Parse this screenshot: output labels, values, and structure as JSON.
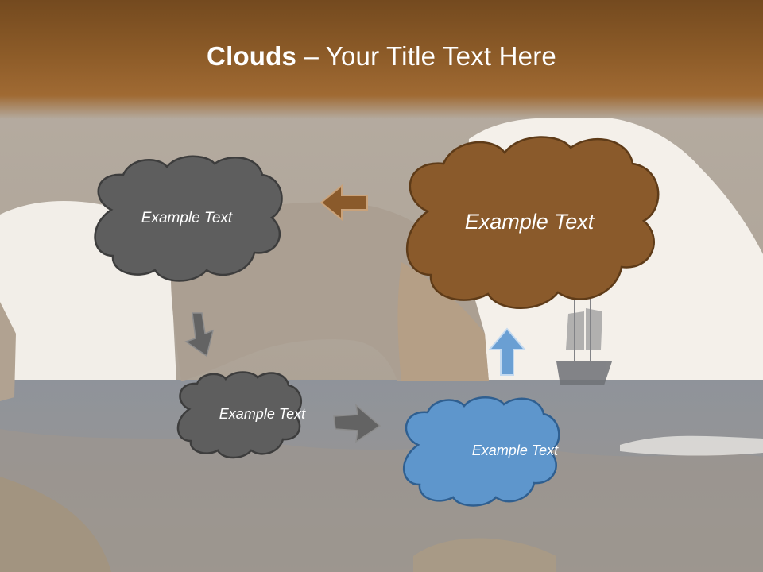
{
  "title": {
    "bold": "Clouds",
    "separator": " – ",
    "rest": "Your Title Text Here"
  },
  "clouds": {
    "gray_large": {
      "text": "Example Text",
      "color": "#5e5e5e"
    },
    "gray_small": {
      "text": "Example Text",
      "color": "#5e5e5e"
    },
    "blue": {
      "text": "Example Text",
      "color": "#5e96cc"
    },
    "brown": {
      "text": "Example Text",
      "color": "#8a5a2b"
    }
  },
  "arrows": {
    "gray": "#636363",
    "blue": "#6a9fd3",
    "brown": "#8a5a2b"
  },
  "colors": {
    "header": "#8c5b28",
    "sky": "#f3efe9",
    "sea": "#8d8e91",
    "rock": "#9b8e80"
  }
}
